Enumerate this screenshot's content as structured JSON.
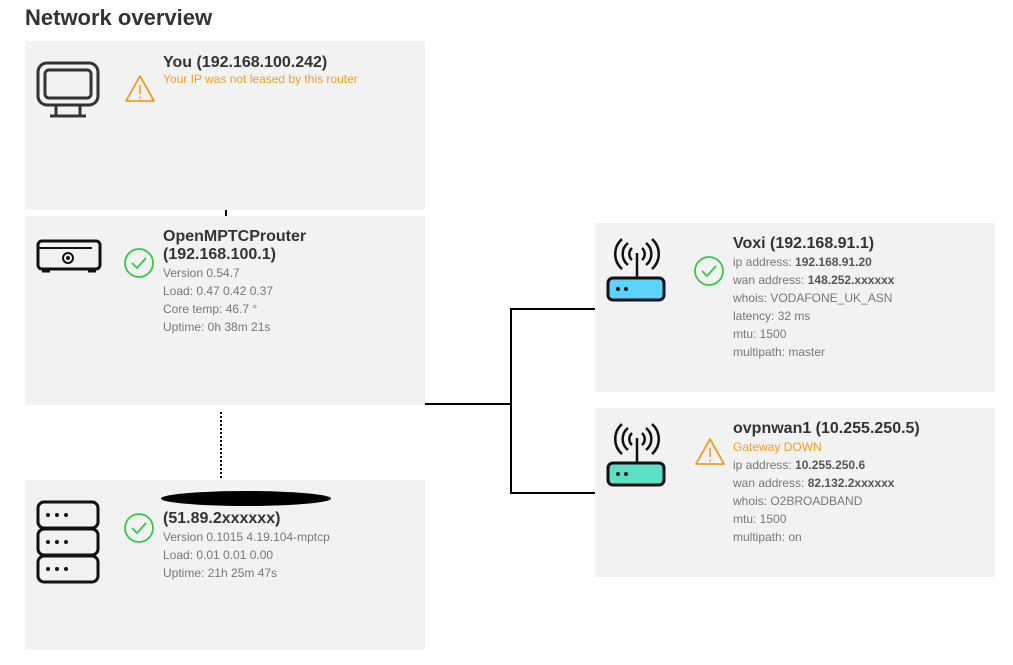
{
  "page": {
    "title": "Network overview"
  },
  "colors": {
    "ok": "#2ecc40",
    "warn": "#f0a020",
    "card_bg": "#f2f2f2",
    "router_blue": "#5dd3ff",
    "router_teal": "#5ee0c6"
  },
  "client": {
    "icon": "monitor-icon",
    "title": "You (192.168.100.242)",
    "status_icon": "warning-icon",
    "warning": "Your IP was not leased by this router"
  },
  "router": {
    "icon": "router-box-icon",
    "title_line1": "OpenMPTCProuter",
    "title_line2": "(192.168.100.1)",
    "status_icon": "check-circle-icon",
    "version": "Version 0.54.7",
    "load": "Load: 0.47 0.42 0.37",
    "core_temp": "Core temp: 46.7 °",
    "uptime": "Uptime: 0h 38m 21s"
  },
  "server": {
    "icon": "server-stack-icon",
    "title_redacted": true,
    "title_line2": "(51.89.2xxxxxx)",
    "status_icon": "check-circle-icon",
    "version": "Version 0.1015 4.19.104-mptcp",
    "load": "Load: 0.01 0.01 0.00",
    "uptime": "Uptime: 21h 25m 47s"
  },
  "wans": [
    {
      "icon": "wifi-router-icon",
      "title": "Voxi (192.168.91.1)",
      "status_icon": "check-circle-icon",
      "ip_label": "ip address: ",
      "ip_value": "192.168.91.20",
      "wan_label": "wan address: ",
      "wan_value": "148.252.xxxxxx",
      "whois": "whois: VODAFONE_UK_ASN",
      "latency": "latency: 32 ms",
      "mtu": "mtu: 1500",
      "multipath": "multipath: master"
    },
    {
      "icon": "wifi-router-icon",
      "title": "ovpnwan1 (10.255.250.5)",
      "status_icon": "warning-icon",
      "warning": "Gateway DOWN",
      "ip_label": "ip address: ",
      "ip_value": "10.255.250.6",
      "wan_label": "wan address: ",
      "wan_value": "82.132.2xxxxxx",
      "whois": "whois: O2BROADBAND",
      "mtu": "mtu: 1500",
      "multipath": "multipath: on"
    }
  ]
}
